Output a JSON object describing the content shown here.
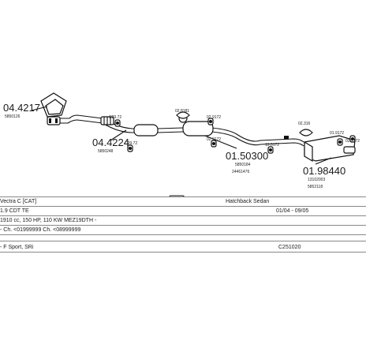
{
  "parts": {
    "p1": "04.4217",
    "p1_oem": "5850126",
    "p2": "04.4224",
    "p2_oem": "5850248",
    "p3": "01.50300",
    "p3_oem": "5850184",
    "p3_oem2": "24461476",
    "p4": "01.98440",
    "p4_oem": "13102003",
    "p4_oem2": "5852118",
    "c1": "C29.72",
    "c2": "C29.72",
    "c3": "02.8181",
    "c4": "02.9172",
    "c5": "02.9172",
    "c6": "13.5172",
    "c7": "02.316",
    "c8": "01.9172",
    "c9": "02.9172"
  },
  "info": {
    "model": "Vectra C [CAT]",
    "body": "Hatchback Sedan",
    "engine": "1.9 CDT TE",
    "years": "01/04 - 09/05",
    "specs": "1910 cc, 150 HP, 110 KW MEZ19DTH -",
    "chassis": "- Ch. <01999999 Ch. <08999999",
    "trim": "- F Sport, SRi",
    "code": "C251020"
  }
}
